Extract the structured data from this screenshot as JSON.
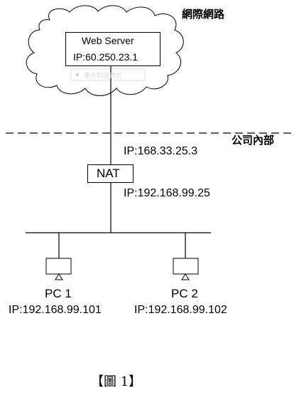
{
  "internet_label": "網際網路",
  "company_label": "公司內部",
  "web_server": {
    "name": "Web Server",
    "ip": "IP:60.250.23.1"
  },
  "nat": {
    "name": "NAT",
    "external_ip": "IP:168.33.25.3",
    "internal_ip": "IP:192.168.99.25"
  },
  "pcs": [
    {
      "name": "PC 1",
      "ip": "IP:192.168.99.101"
    },
    {
      "name": "PC 2",
      "ip": "IP:192.168.99.102"
    }
  ],
  "ghost_text": "東方科技數位",
  "caption": "【圖 1】"
}
